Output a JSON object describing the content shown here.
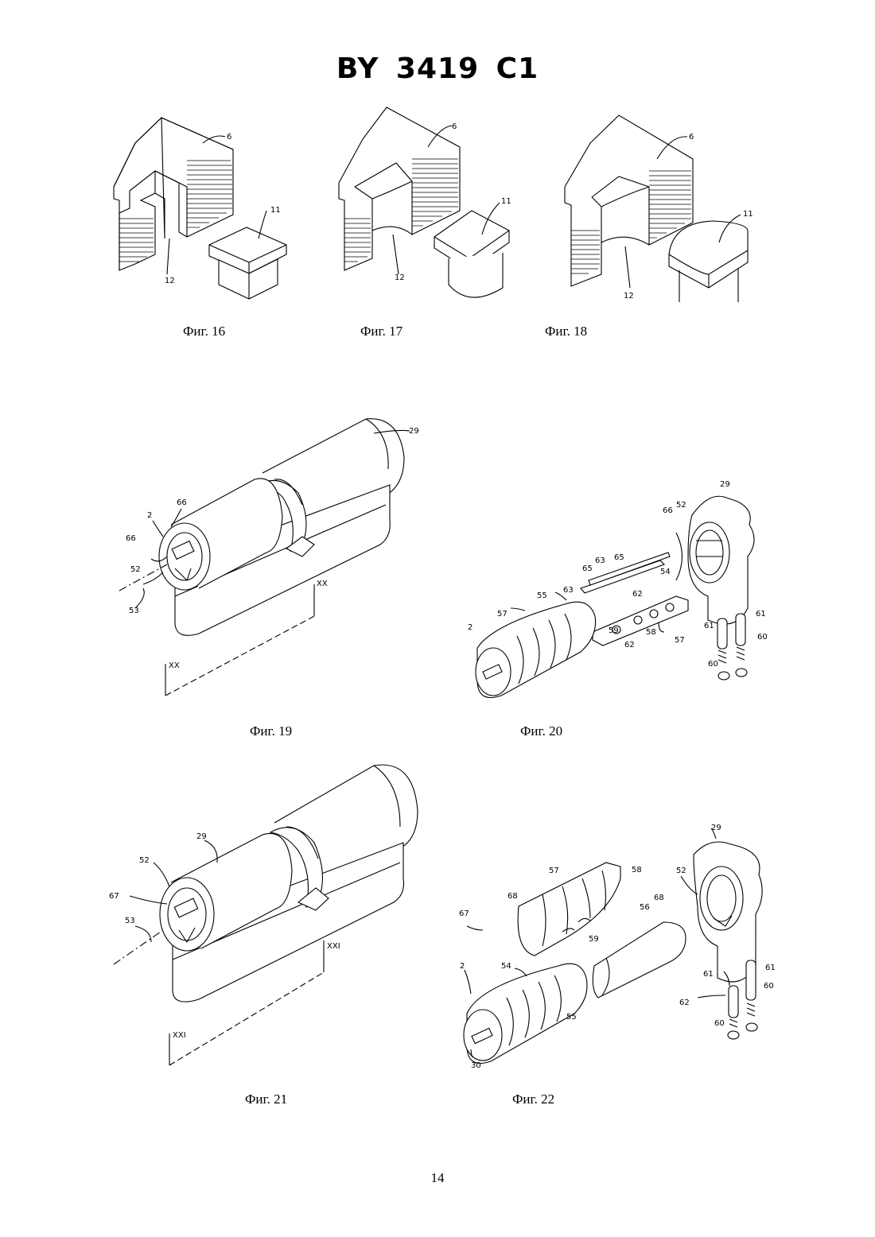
{
  "document": {
    "title": "BY 3419 C1",
    "page_number": "14"
  },
  "figures": [
    {
      "id": "fig16",
      "caption": "Фиг. 16",
      "labels": [
        "6",
        "11",
        "12"
      ]
    },
    {
      "id": "fig17",
      "caption": "Фиг. 17",
      "labels": [
        "6",
        "11",
        "12"
      ]
    },
    {
      "id": "fig18",
      "caption": "Фиг. 18",
      "labels": [
        "6",
        "11",
        "12"
      ]
    },
    {
      "id": "fig19",
      "caption": "Фиг. 19",
      "labels": [
        "29",
        "2",
        "66",
        "66",
        "52",
        "53",
        "XX",
        "XX"
      ]
    },
    {
      "id": "fig20",
      "caption": "Фиг. 20",
      "labels": [
        "29",
        "66",
        "52",
        "63",
        "65",
        "65",
        "63",
        "54",
        "62",
        "55",
        "57",
        "59",
        "2",
        "58",
        "62",
        "61",
        "61",
        "60",
        "57",
        "60"
      ]
    },
    {
      "id": "fig21",
      "caption": "Фиг. 21",
      "labels": [
        "29",
        "52",
        "67",
        "53",
        "XXI",
        "XXI"
      ]
    },
    {
      "id": "fig22",
      "caption": "Фиг. 22",
      "labels": [
        "29",
        "57",
        "58",
        "68",
        "52",
        "68",
        "56",
        "67",
        "59",
        "2",
        "54",
        "55",
        "61",
        "61",
        "60",
        "62",
        "60",
        "30"
      ]
    }
  ]
}
